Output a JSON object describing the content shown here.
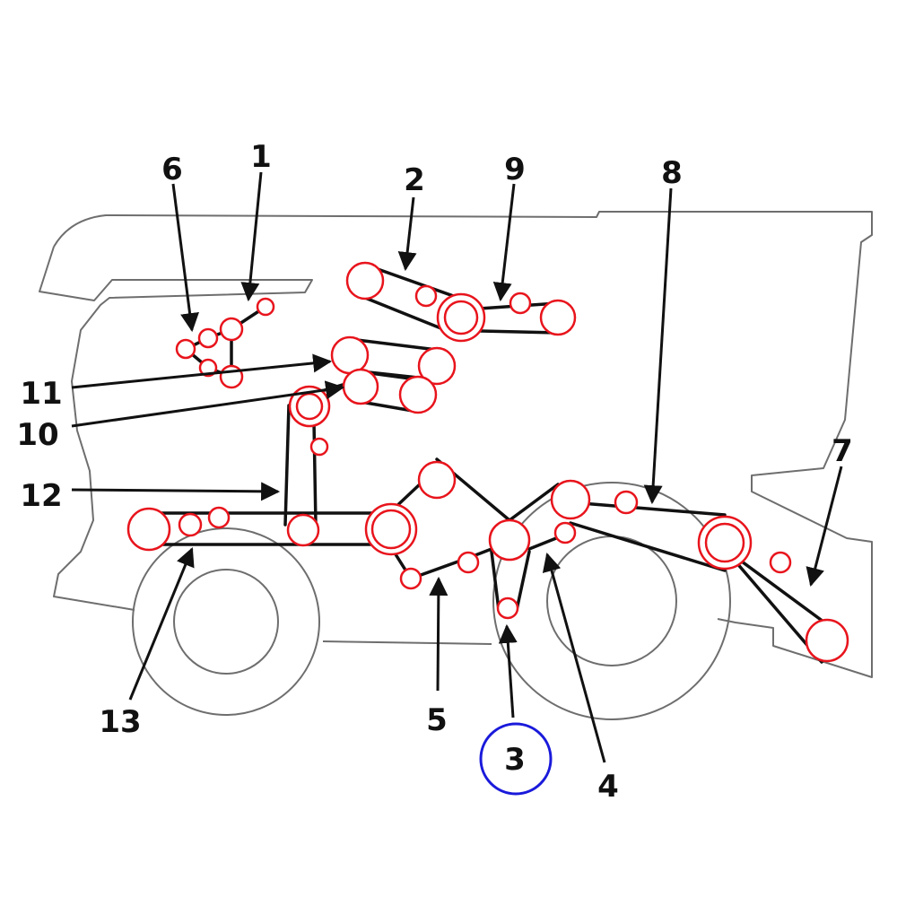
{
  "colors": {
    "pulley": "#e8141c",
    "belt": "#111111",
    "outline": "#6e6e6e",
    "highlight": "#1a1adb"
  },
  "callouts": [
    {
      "id": "1",
      "label": "1"
    },
    {
      "id": "2",
      "label": "2"
    },
    {
      "id": "3",
      "label": "3",
      "highlighted": true
    },
    {
      "id": "4",
      "label": "4"
    },
    {
      "id": "5",
      "label": "5"
    },
    {
      "id": "6",
      "label": "6"
    },
    {
      "id": "7",
      "label": "7"
    },
    {
      "id": "8",
      "label": "8"
    },
    {
      "id": "9",
      "label": "9"
    },
    {
      "id": "10",
      "label": "10"
    },
    {
      "id": "11",
      "label": "11"
    },
    {
      "id": "12",
      "label": "12"
    },
    {
      "id": "13",
      "label": "13"
    }
  ]
}
